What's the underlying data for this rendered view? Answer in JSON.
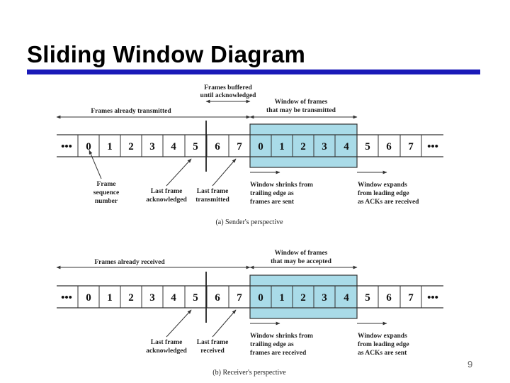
{
  "slide": {
    "title": "Sliding Window Diagram",
    "page_number": "9",
    "accent_color": "#1a1ab8",
    "window_fill": "#a9dbe8"
  },
  "sender": {
    "frames": [
      "0",
      "1",
      "2",
      "3",
      "4",
      "5",
      "6",
      "7",
      "0",
      "1",
      "2",
      "3",
      "4",
      "5",
      "6",
      "7"
    ],
    "ellipsis_left": "•••",
    "ellipsis_right": "•••",
    "buffered_line1": "Frames buffered",
    "buffered_line2": "until acknowledged",
    "transmitted_label": "Frames already transmitted",
    "window_line1": "Window of frames",
    "window_line2": "that may be transmitted",
    "seq_line1": "Frame",
    "seq_line2": "sequence",
    "seq_line3": "number",
    "ack_line1": "Last frame",
    "ack_line2": "acknowledged",
    "last_tx_line1": "Last frame",
    "last_tx_line2": "transmitted",
    "shrink_line1": "Window shrinks from",
    "shrink_line2": "trailing edge as",
    "shrink_line3": "frames are sent",
    "expand_line1": "Window expands",
    "expand_line2": "from leading edge",
    "expand_line3": "as ACKs are received",
    "caption": "(a) Sender's perspective"
  },
  "receiver": {
    "frames": [
      "0",
      "1",
      "2",
      "3",
      "4",
      "5",
      "6",
      "7",
      "0",
      "1",
      "2",
      "3",
      "4",
      "5",
      "6",
      "7"
    ],
    "ellipsis_left": "•••",
    "ellipsis_right": "•••",
    "received_label": "Frames already received",
    "window_line1": "Window of frames",
    "window_line2": "that may be accepted",
    "ack_line1": "Last frame",
    "ack_line2": "acknowledged",
    "last_rx_line1": "Last frame",
    "last_rx_line2": "received",
    "shrink_line1": "Window shrinks from",
    "shrink_line2": "trailing edge as",
    "shrink_line3": "frames are received",
    "expand_line1": "Window expands",
    "expand_line2": "from leading edge",
    "expand_line3": "as ACKs are sent",
    "caption": "(b) Receiver's perspective"
  }
}
